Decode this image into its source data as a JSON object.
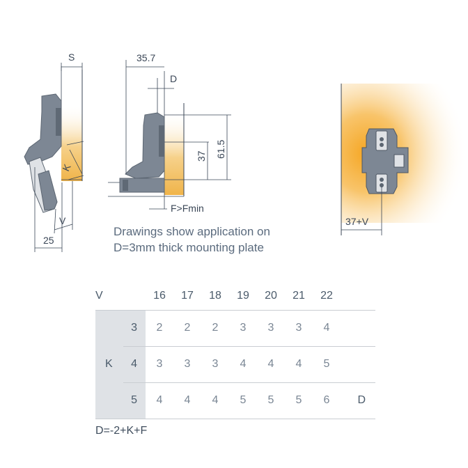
{
  "dimensions": {
    "s": "S",
    "d": "D",
    "k": "K",
    "v": "V",
    "w35": "35.7",
    "h37": "37",
    "h615": "61.5",
    "fmin": "F>Fmin",
    "w25": "25",
    "plate": "37+V"
  },
  "note": {
    "line1": "Drawings show application on",
    "line2": "D=3mm thick mounting plate"
  },
  "table": {
    "v_label": "V",
    "k_label": "K",
    "d_label": "D",
    "v_values": [
      "16",
      "17",
      "18",
      "19",
      "20",
      "21",
      "22"
    ],
    "rows": [
      {
        "k": "3",
        "values": [
          "2",
          "2",
          "2",
          "3",
          "3",
          "3",
          "4"
        ]
      },
      {
        "k": "4",
        "values": [
          "3",
          "3",
          "3",
          "4",
          "4",
          "4",
          "5"
        ]
      },
      {
        "k": "5",
        "values": [
          "4",
          "4",
          "4",
          "5",
          "5",
          "5",
          "6"
        ]
      }
    ]
  },
  "formula": "D=-2+K+F",
  "colors": {
    "hinge": "#7d8794",
    "hinge_dark": "#5c6672",
    "wood": "#f2c56a",
    "glow": "#f7b83a",
    "line": "#3a4656",
    "table_shade": "#dfe2e6"
  }
}
